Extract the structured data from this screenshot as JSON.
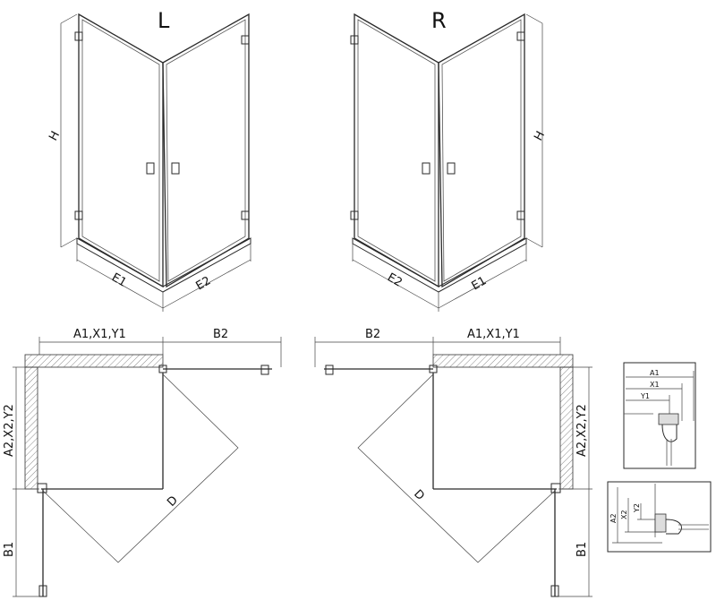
{
  "views": {
    "left_title": "L",
    "right_title": "R"
  },
  "labels": {
    "height": "H",
    "e1": "E1",
    "e2": "E2",
    "a1x1y1": "A1,X1,Y1",
    "a2x2y2": "A2,X2,Y2",
    "b1": "B1",
    "b2": "B2",
    "d": "D"
  },
  "detail_top": {
    "a1": "A1",
    "x1": "X1",
    "y1": "Y1"
  },
  "detail_side": {
    "a2": "A2",
    "x2": "X2",
    "y2": "Y2"
  }
}
